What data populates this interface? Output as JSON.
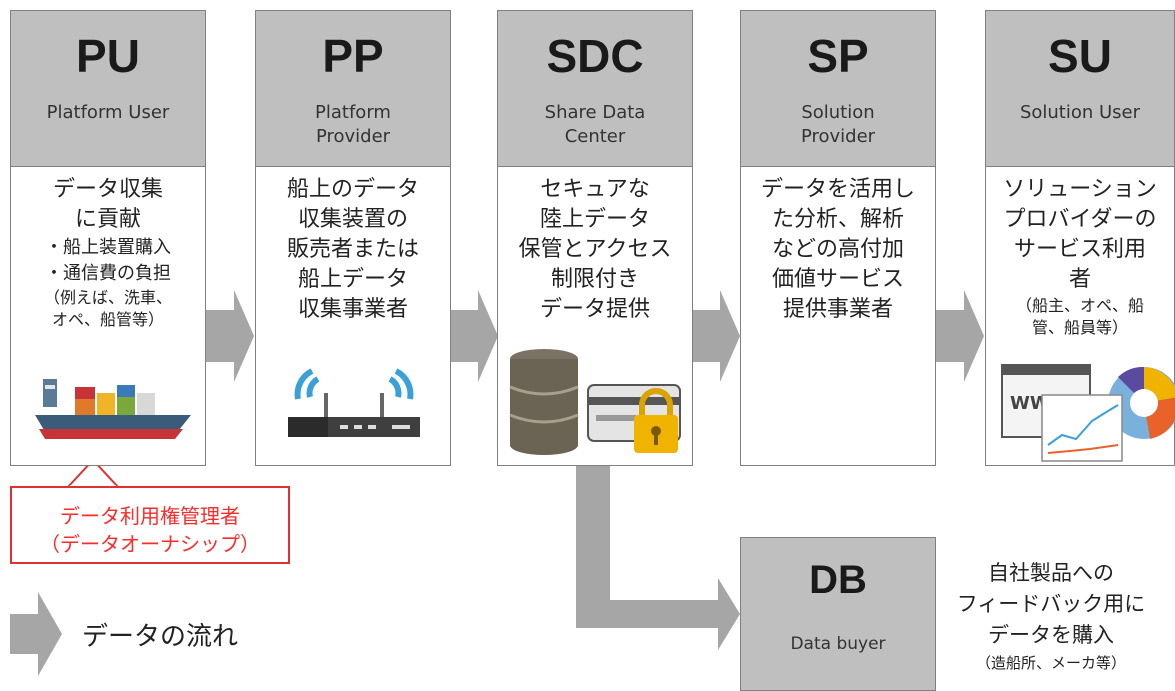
{
  "columns": [
    {
      "abbr": "PU",
      "full": [
        "Platform User"
      ],
      "body": [
        "データ収集",
        "に貢献"
      ],
      "bullets": [
        "・船上装置購入",
        "・通信費の負担"
      ],
      "notes": [
        "（例えば、洗車、",
        "オペ、船管等）"
      ]
    },
    {
      "abbr": "PP",
      "full": [
        "Platform",
        "Provider"
      ],
      "body": [
        "船上のデータ",
        "収集装置の",
        "販売者または",
        "船上データ",
        "収集事業者"
      ]
    },
    {
      "abbr": "SDC",
      "full": [
        "Share Data",
        "Center"
      ],
      "body": [
        "セキュアな",
        "陸上データ",
        "保管とアクセス",
        "制限付き",
        "データ提供"
      ]
    },
    {
      "abbr": "SP",
      "full": [
        "Solution",
        "Provider"
      ],
      "body": [
        "データを活用し",
        "た分析、解析",
        "などの高付加",
        "価値サービス",
        "提供事業者"
      ]
    },
    {
      "abbr": "SU",
      "full": [
        "Solution User"
      ],
      "body": [
        "ソリューション",
        "プロバイダーの",
        "サービス利用",
        "者"
      ],
      "notes": [
        "（船主、オペ、船",
        "管、船員等）"
      ]
    }
  ],
  "callout": {
    "line1": "データ利用権管理者",
    "line2": "（データオーナシップ）"
  },
  "db": {
    "abbr": "DB",
    "full": "Data buyer",
    "desc": [
      "自社製品への",
      "フィードバック用に",
      "データを購入"
    ],
    "note": "（造船所、メーカ等）"
  },
  "legend": {
    "label": "データの流れ"
  },
  "icons": {
    "browser_text": "WWW"
  },
  "colors": {
    "header_gray": "#bfbfbf",
    "arrow_gray": "#a6a6a6",
    "callout_red": "#ff2a2a",
    "wifi_blue": "#3aa0d8",
    "lock_gold": "#f0b400",
    "ship_hull": "#3b5b7b",
    "ship_red": "#c8333a"
  }
}
